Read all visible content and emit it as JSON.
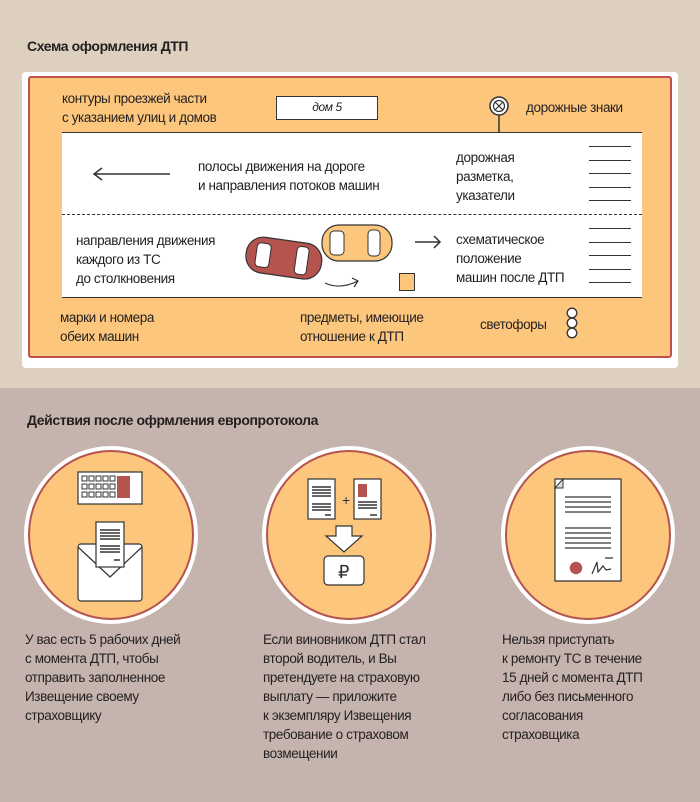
{
  "scheme": {
    "title": "Схема оформления ДТП",
    "house_label": "дом 5",
    "labels": {
      "road_outline": [
        "контуры проезжей части",
        "с указанием улиц и домов"
      ],
      "road_signs": "дорожные знаки",
      "lanes": [
        "полосы движения на дороге",
        "и направления потоков машин"
      ],
      "markings": [
        "дорожная",
        "разметка,",
        "указатели"
      ],
      "directions": [
        "направления движения",
        "каждого из ТС",
        "до столкновения"
      ],
      "position": [
        "схематическое",
        "положение",
        "машин после ДТП"
      ],
      "car_marks": [
        "марки и номера",
        "обеих машин"
      ],
      "objects": [
        "предметы, имеющие",
        "отношение к ДТП"
      ],
      "traffic_lights": "светофоры"
    }
  },
  "actions": {
    "title": "Действия после офрмления европротокола",
    "items": [
      {
        "icon": "calendar-envelope-icon",
        "lines": [
          "У вас есть 5 рабочих дней",
          "с момента ДТП, чтобы",
          "отправить заполненное",
          "Извещение своему",
          "страховщику"
        ]
      },
      {
        "icon": "documents-ruble-icon",
        "lines": [
          "Если виновником ДТП стал",
          "второй водитель, и Вы",
          "претендуете на страховую",
          "выплату — приложите",
          "к экземпляру Извещения",
          "требование о страховом",
          "возмещении"
        ]
      },
      {
        "icon": "signed-document-icon",
        "lines": [
          "Нельзя приступать",
          "к ремонту ТС в течение",
          "15 дней с момента ДТП",
          "либо без письменного",
          "согласования",
          "страховщика"
        ]
      }
    ]
  },
  "colors": {
    "orange": "#fcc77d",
    "red": "#b5534f",
    "top_bg": "#ddd0bf",
    "bottom_bg": "#c5b4ae"
  }
}
